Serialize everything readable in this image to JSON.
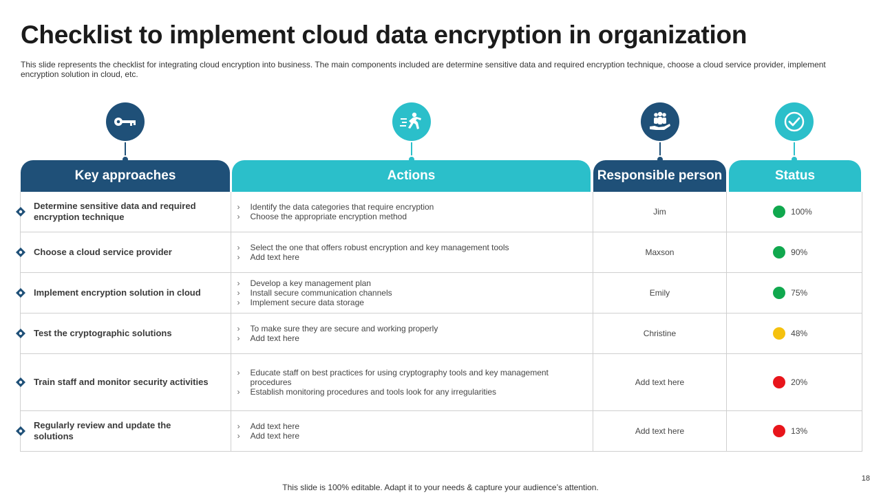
{
  "title": "Checklist to implement cloud data encryption in organization",
  "subtitle": "This slide represents the checklist for integrating cloud encryption into business. The main components included are determine sensitive data and required encryption technique, choose a cloud service provider, implement encryption solution in cloud, etc.",
  "headers": {
    "approaches": "Key approaches",
    "actions": "Actions",
    "person": "Responsible person",
    "status": "Status"
  },
  "icons": [
    "key-icon",
    "runner-icon",
    "team-hand-icon",
    "checkmark-icon"
  ],
  "colors": {
    "navy": "#1f5078",
    "teal": "#2bbfca",
    "green": "#10a84e",
    "yellow": "#f5c10e",
    "red": "#e8151b"
  },
  "rows": [
    {
      "approach": "Determine sensitive data and required encryption technique",
      "actions": [
        "Identify the data categories that require encryption",
        "Choose the appropriate encryption method"
      ],
      "person": "Jim",
      "status": "100%",
      "status_color": "#10a84e"
    },
    {
      "approach": "Choose a cloud service provider",
      "actions": [
        "Select the one that offers robust encryption and key management tools",
        "Add text here"
      ],
      "person": "Maxson",
      "status": "90%",
      "status_color": "#10a84e"
    },
    {
      "approach": "Implement encryption solution in cloud",
      "actions": [
        "Develop a key management plan",
        "Install secure communication channels",
        "Implement secure data storage"
      ],
      "person": "Emily",
      "status": "75%",
      "status_color": "#10a84e"
    },
    {
      "approach": "Test the cryptographic solutions",
      "actions": [
        "To make sure they are secure and working properly",
        "Add text here"
      ],
      "person": "Christine",
      "status": "48%",
      "status_color": "#f5c10e"
    },
    {
      "approach": "Train staff and monitor security activities",
      "actions": [
        "Educate staff on best practices for using cryptography tools and key management procedures",
        "Establish monitoring procedures and tools look for any irregularities"
      ],
      "person": "Add text here",
      "status": "20%",
      "status_color": "#e8151b"
    },
    {
      "approach": "Regularly review and update the solutions",
      "actions": [
        "Add text here",
        "Add text here"
      ],
      "person": "Add text here",
      "status": "13%",
      "status_color": "#e8151b"
    }
  ],
  "footer": "This slide is 100% editable. Adapt it to your needs & capture your audience’s attention.",
  "page_number": "18"
}
